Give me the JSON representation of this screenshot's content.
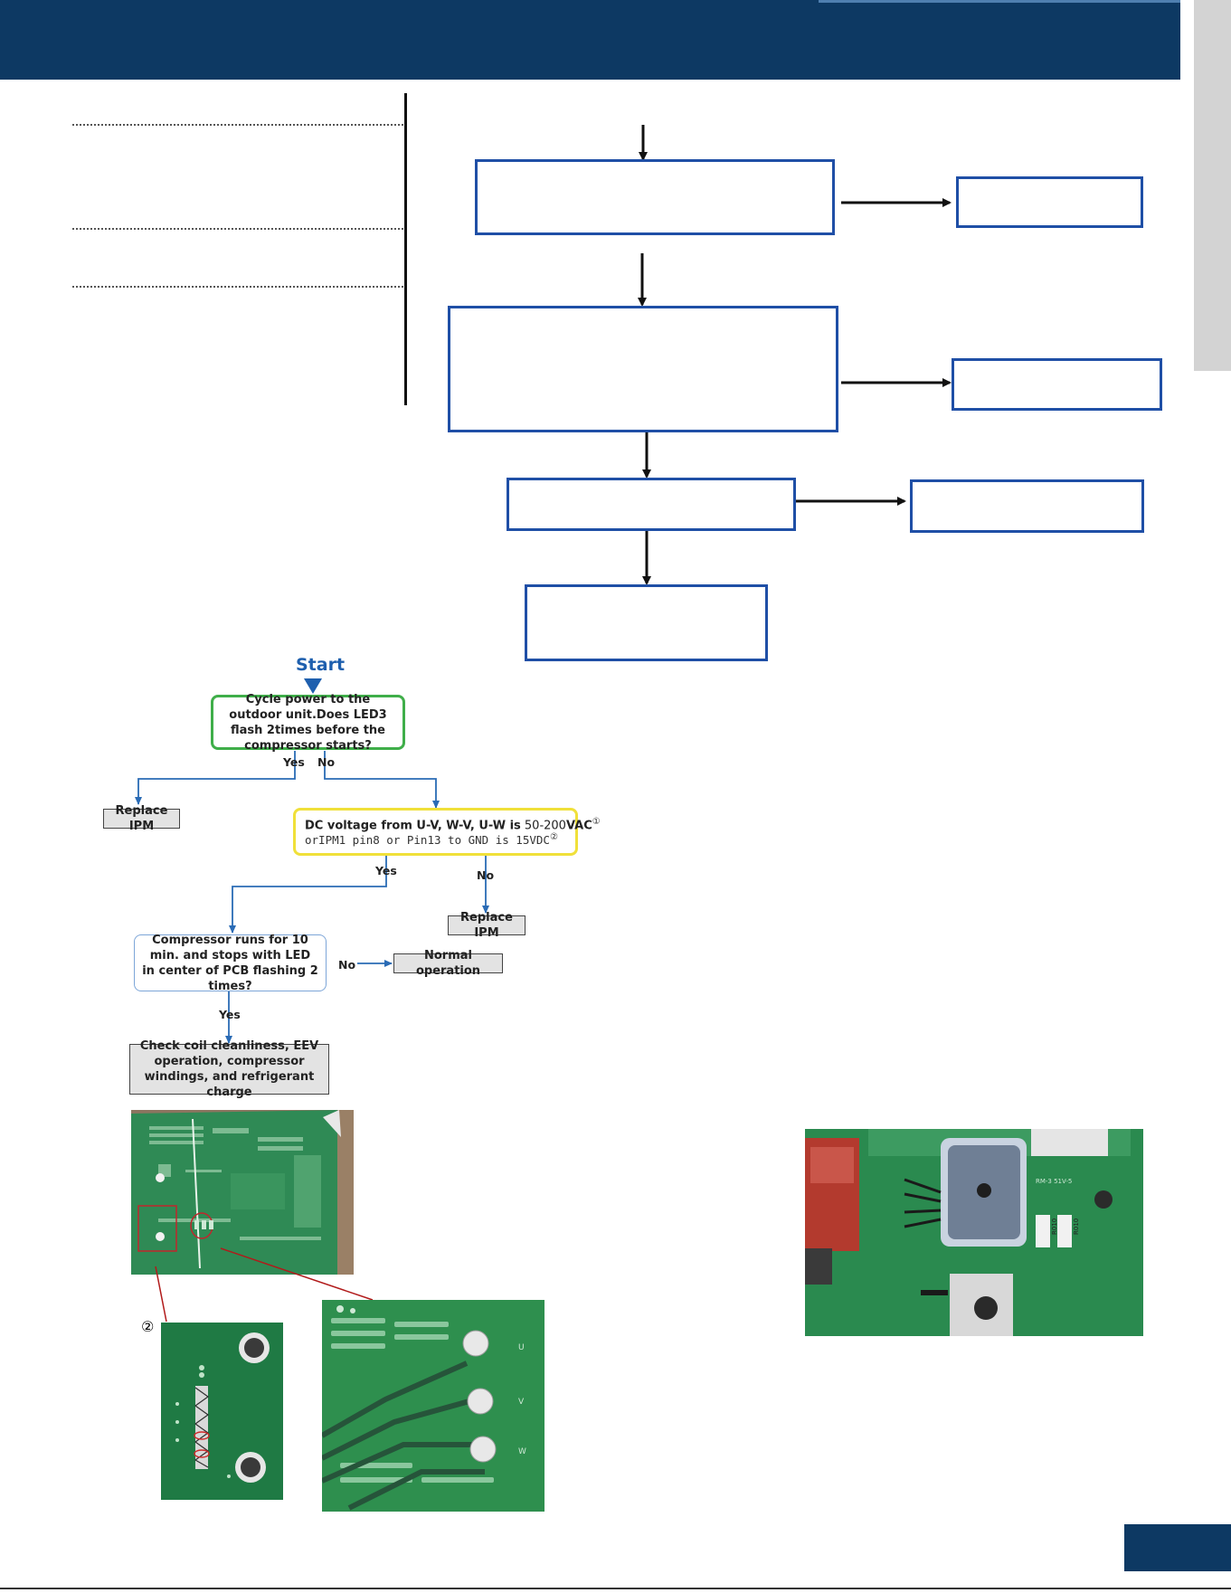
{
  "header": {
    "brand_color": "#0d3963"
  },
  "upper_flowchart": {
    "box_border_color": "#1f4fa6",
    "boxes_text": ""
  },
  "lower_flowchart": {
    "start_label": "Start",
    "q1": "Cycle power to the outdoor unit.Does LED3  flash 2times before the compressor starts?",
    "q1_yes": "Yes",
    "q1_no": "No",
    "replace_ipm_1": "Replace IPM",
    "q2_line1_bold": "DC voltage from U-V, W-V, U-W is",
    "q2_line1_value": "50-200",
    "q2_line1_unit": "VAC",
    "q2_note1": "①",
    "q2_line2": "orIPM1 pin8 or Pin13 to GND  is 15VDC",
    "q2_note2": "②",
    "q2_yes": "Yes",
    "q2_no": "No",
    "replace_ipm_2": "Replace IPM",
    "q3": "Compressor runs for 10 min. and stops with LED in center of PCB flashing 2 times?",
    "q3_no": "No",
    "normal_operation": "Normal operation",
    "q3_yes": "Yes",
    "final_check": "Check coil cleanliness, EEV operation, compressor windings, and refrigerant charge",
    "colors": {
      "start": "#1e5fae",
      "q1_border": "#3fae49",
      "q2_border": "#f0e03a",
      "q3_border": "#7da6d8",
      "arrows": "#2a6bb5"
    }
  },
  "photos": {
    "closeup_marker": "②",
    "pcb_labels": {
      "u": "U",
      "v": "V",
      "w": "W"
    },
    "bridge_labels": {
      "r1": "R010",
      "r2": "R010",
      "model": "RM-3 51V-5"
    }
  }
}
